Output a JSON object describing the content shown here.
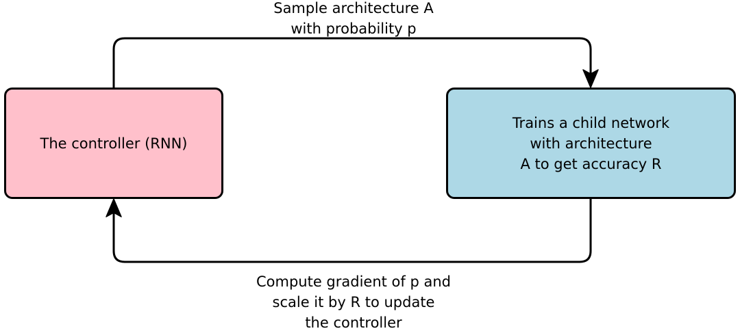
{
  "diagram": {
    "nodes": {
      "controller": {
        "label": "The controller (RNN)",
        "fill": "#ffc0cb"
      },
      "child_network": {
        "label": "Trains a child network\nwith architecture\nA to get accuracy R",
        "fill": "#add8e6"
      }
    },
    "edges": {
      "sample": {
        "from": "controller",
        "to": "child_network",
        "label": "Sample architecture A\nwith probability p"
      },
      "update": {
        "from": "child_network",
        "to": "controller",
        "label": "Compute gradient of p and\nscale it by R to update\nthe controller"
      }
    },
    "colors": {
      "stroke": "#000000",
      "background": "#ffffff"
    }
  }
}
